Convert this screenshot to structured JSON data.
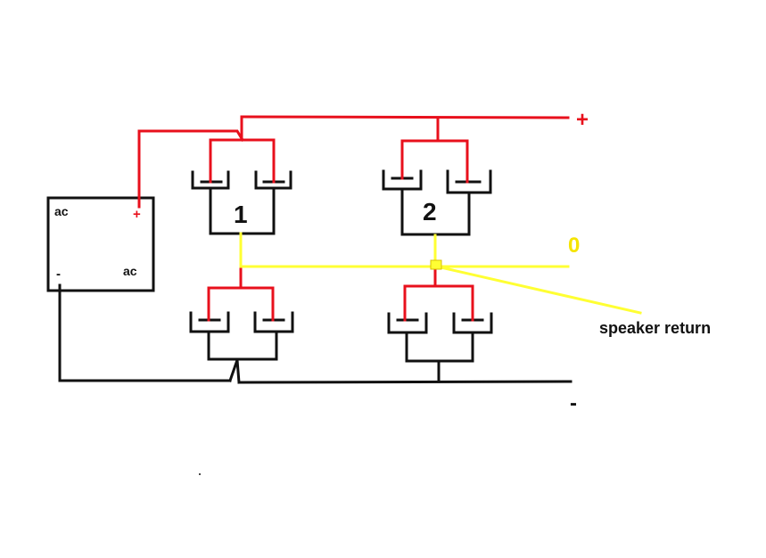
{
  "diagram": {
    "colors": {
      "positive": "#e8101c",
      "signal": "#ffff33",
      "negative": "#111111",
      "label_signal": "#f5e400"
    },
    "ac_box": {
      "label_top": "ac",
      "label_bottom": "ac",
      "terminal_plus": "+",
      "terminal_minus": "-"
    },
    "bank_labels": {
      "bank_1": "1",
      "bank_2": "2"
    },
    "rails": {
      "plus": "+",
      "zero": "0",
      "minus": "-"
    },
    "annotations": {
      "speaker_return": "speaker return"
    }
  }
}
